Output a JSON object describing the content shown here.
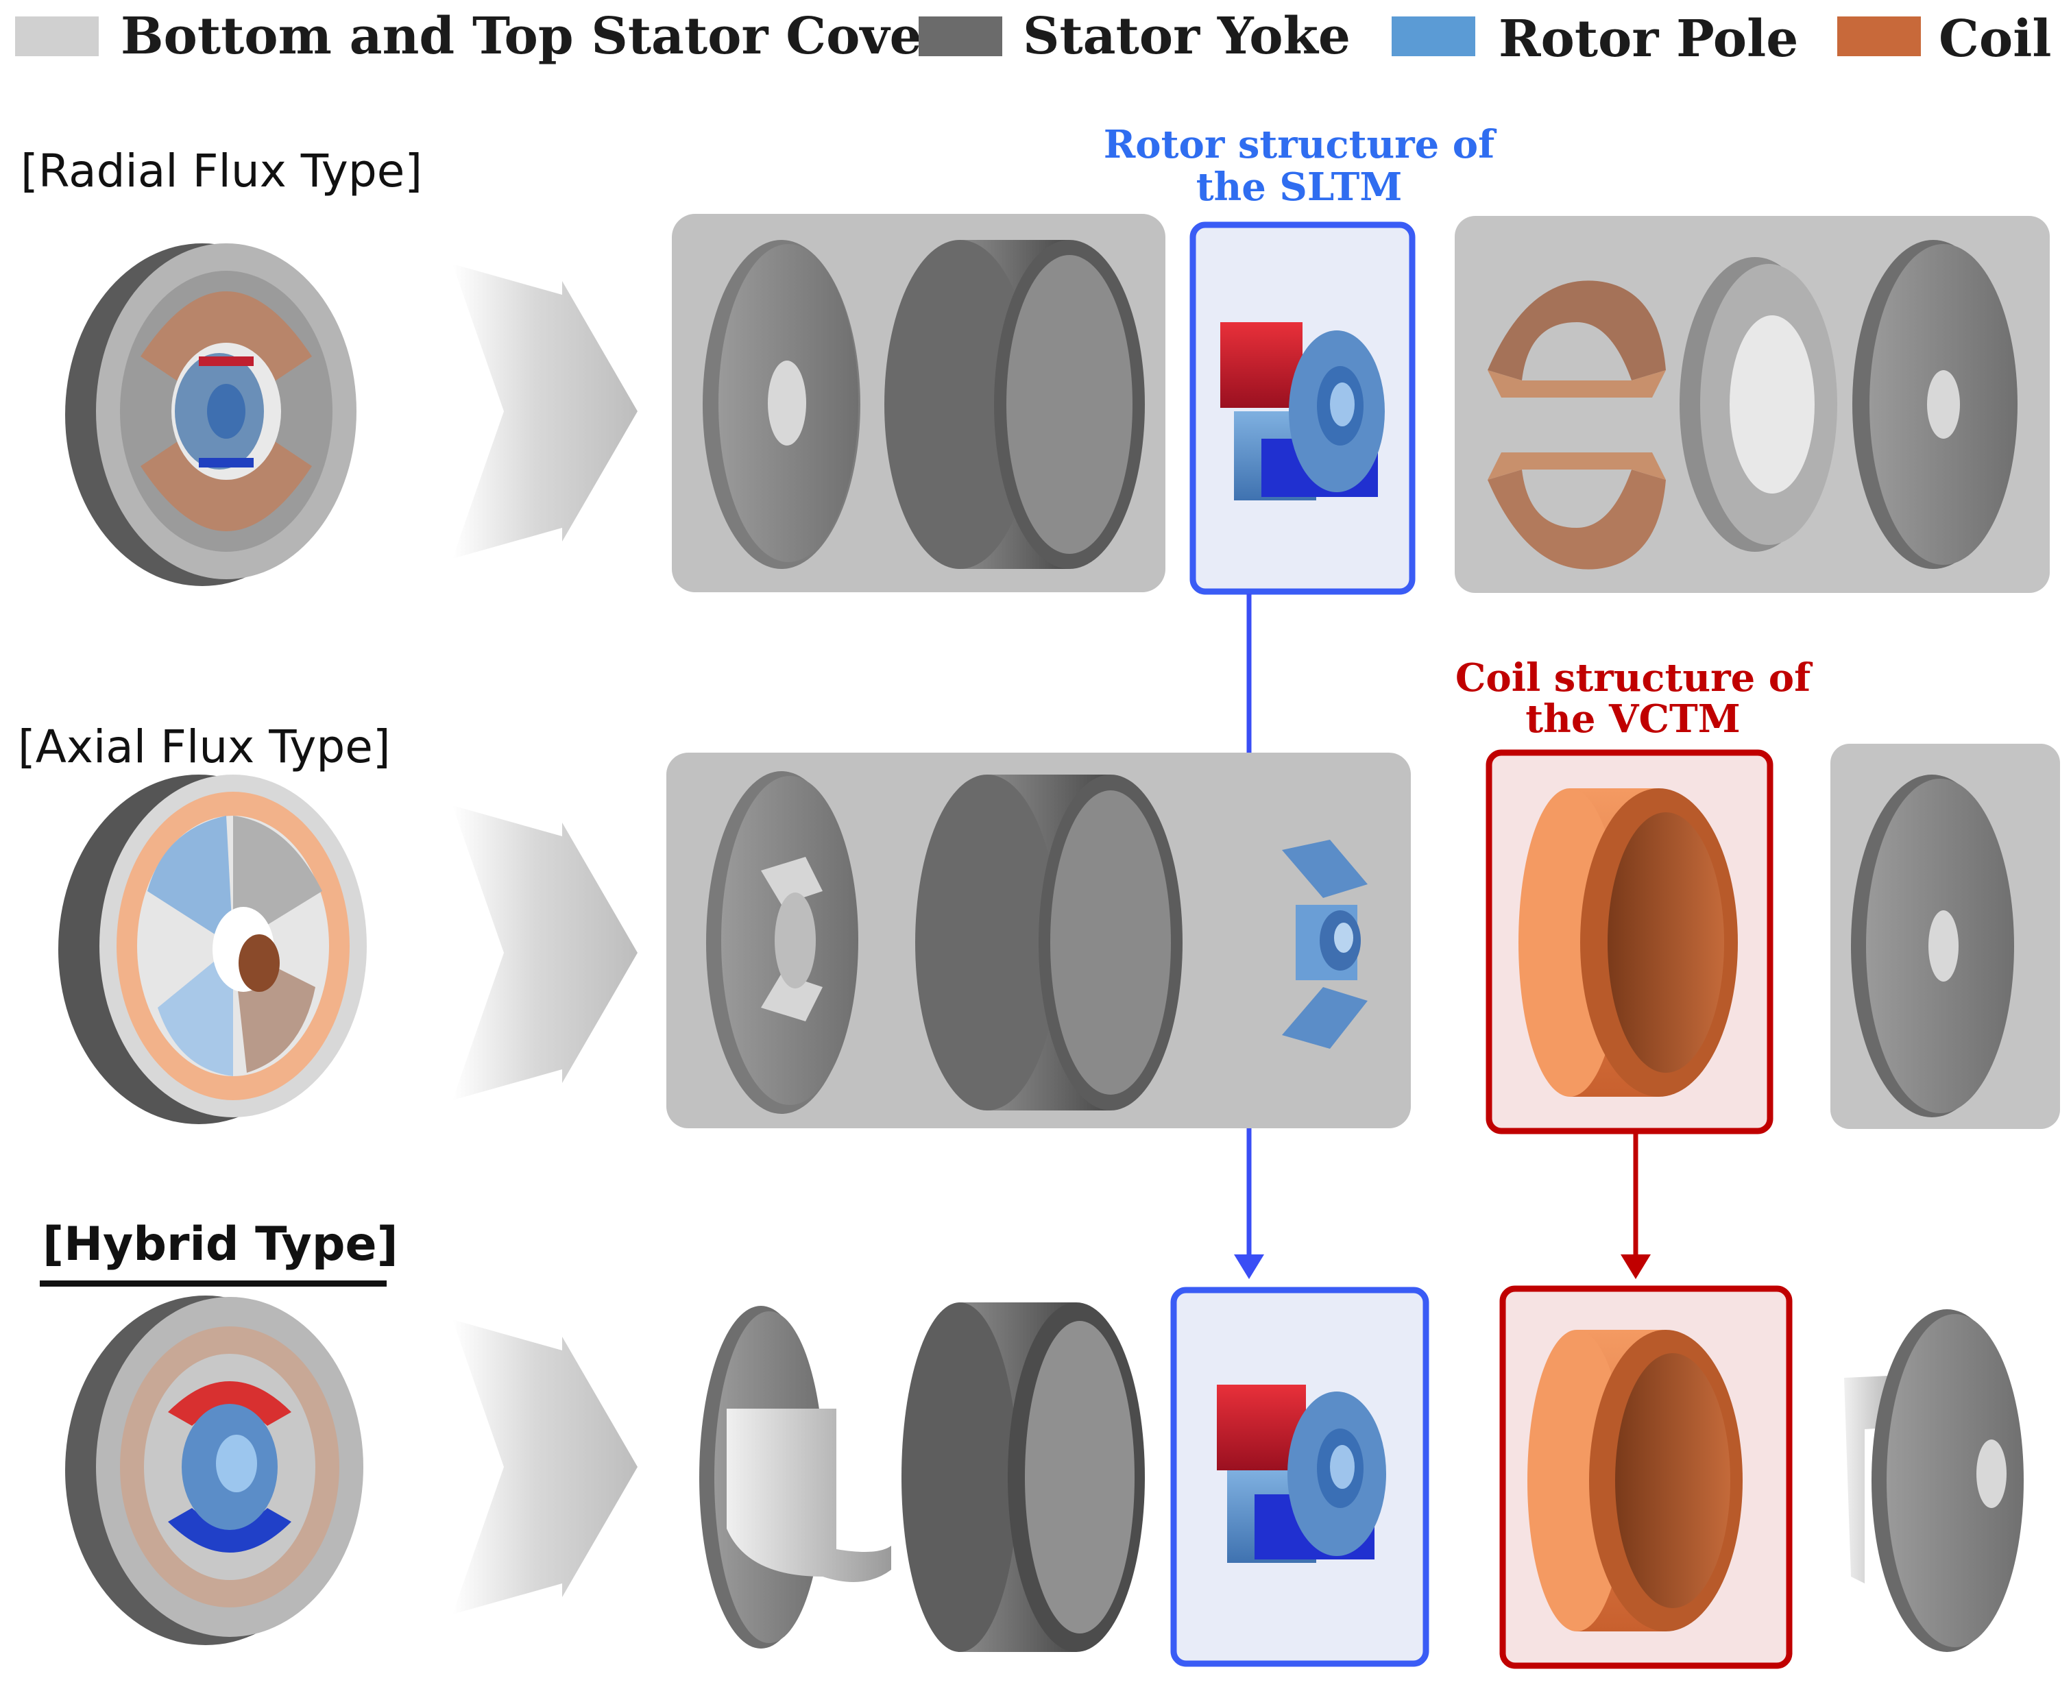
{
  "legend": [
    {
      "label": "Bottom and Top Stator Cover",
      "color": "#d0d0d0"
    },
    {
      "label": "Stator Yoke",
      "color": "#6b6b6b"
    },
    {
      "label": "Rotor Pole",
      "color": "#5b9bd5"
    },
    {
      "label": "Coil",
      "color": "#c8693a"
    }
  ],
  "rows": {
    "radial": {
      "label": "[Radial Flux Type]"
    },
    "axial": {
      "label": "[Axial Flux Type]"
    },
    "hybrid": {
      "label": "[Hybrid Type]"
    }
  },
  "callouts": {
    "rotor": {
      "line1": "Rotor structure of",
      "line2": "the SLTM",
      "color": "#3a5cf5"
    },
    "coil": {
      "line1": "Coil structure of",
      "line2": "the VCTM",
      "color": "#c00000"
    }
  },
  "colors": {
    "panel_gray": "#c1c1c1",
    "blue_box_fill": "#e8ecf8",
    "red_box_fill": "#f6e3e3",
    "coil_orange": "#f08a50",
    "rotor_blue": "#5b8dc8",
    "rotor_red": "#e02030"
  }
}
